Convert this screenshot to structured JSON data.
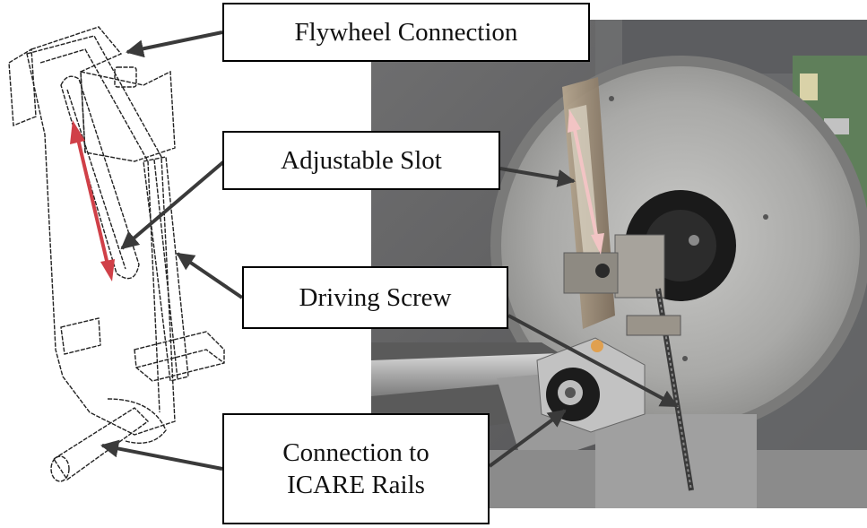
{
  "labels": {
    "flywheel_connection": "Flywheel Connection",
    "adjustable_slot": "Adjustable Slot",
    "driving_screw": "Driving Screw",
    "rails_line1": "Connection to",
    "rails_line2": "ICARE Rails"
  },
  "colors": {
    "slot_arrow_drawing": "#d04048",
    "slot_arrow_photo": "#f2c4c4",
    "leader_arrow": "#3a3a3a",
    "label_border": "#000000"
  },
  "icons": [
    "double-headed-arrow",
    "leader-arrow"
  ]
}
